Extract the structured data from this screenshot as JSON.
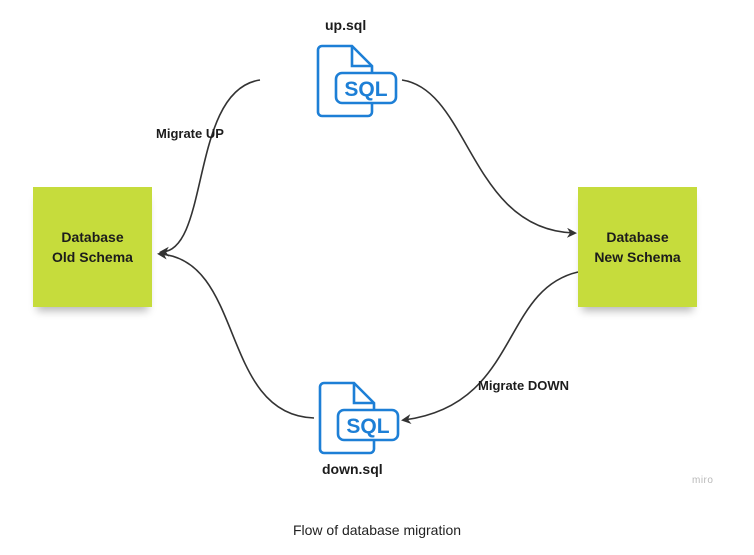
{
  "nodes": {
    "old_schema": {
      "line1": "Database",
      "line2": "Old Schema"
    },
    "new_schema": {
      "line1": "Database",
      "line2": "New Schema"
    }
  },
  "files": {
    "up": {
      "name": "up.sql",
      "icon": "sql-file-icon",
      "icon_text": "SQL"
    },
    "down": {
      "name": "down.sql",
      "icon": "sql-file-icon",
      "icon_text": "SQL"
    }
  },
  "edges": {
    "migrate_up": "Migrate UP",
    "migrate_down": "Migrate DOWN"
  },
  "watermark": "miro",
  "caption": "Flow of database migration",
  "colors": {
    "sticky_note": "#c6dc3c",
    "icon_blue": "#1d7fd6",
    "arrow": "#333333"
  }
}
